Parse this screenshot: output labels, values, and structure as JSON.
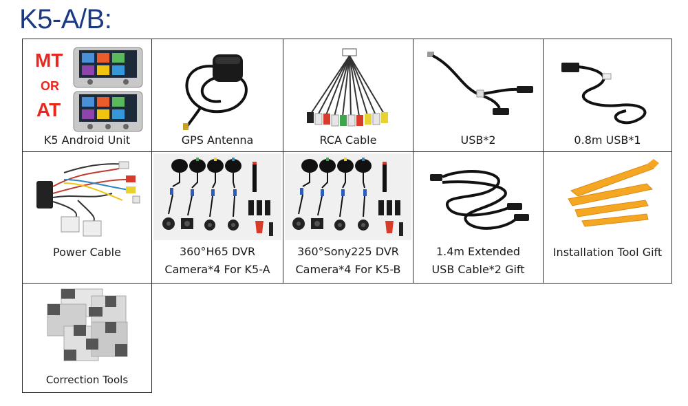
{
  "page": {
    "title": "K5-A/B:"
  },
  "unit_labels": {
    "mt": "MT",
    "or": "OR",
    "at": "AT"
  },
  "items": [
    {
      "label": "K5 Android Unit",
      "icon": "android-unit-icon"
    },
    {
      "label": "GPS Antenna",
      "icon": "gps-antenna-icon"
    },
    {
      "label": "RCA Cable",
      "icon": "rca-cable-icon"
    },
    {
      "label": "USB*2",
      "icon": "usb-cable-icon"
    },
    {
      "label": "0.8m USB*1",
      "icon": "usb-cable-icon"
    },
    {
      "label": "Power Cable",
      "icon": "power-cable-icon"
    },
    {
      "label_line1": "360°H65 DVR",
      "label_line2": "Camera*4 For K5-A",
      "icon": "camera-set-icon"
    },
    {
      "label_line1": "360°Sony225 DVR",
      "label_line2": "Camera*4 For K5-B",
      "icon": "camera-set-icon"
    },
    {
      "label_line1": "1.4m Extended",
      "label_line2": "USB Cable*2 Gift",
      "icon": "extended-usb-cable-icon"
    },
    {
      "label": "Installation Tool Gift",
      "icon": "installation-tool-icon"
    },
    {
      "label": "Correction Tools",
      "icon": "calibration-mat-icon"
    }
  ],
  "colors": {
    "title": "#1c3a82",
    "mt_at": "#e8281e",
    "tool": "#f5a623"
  }
}
